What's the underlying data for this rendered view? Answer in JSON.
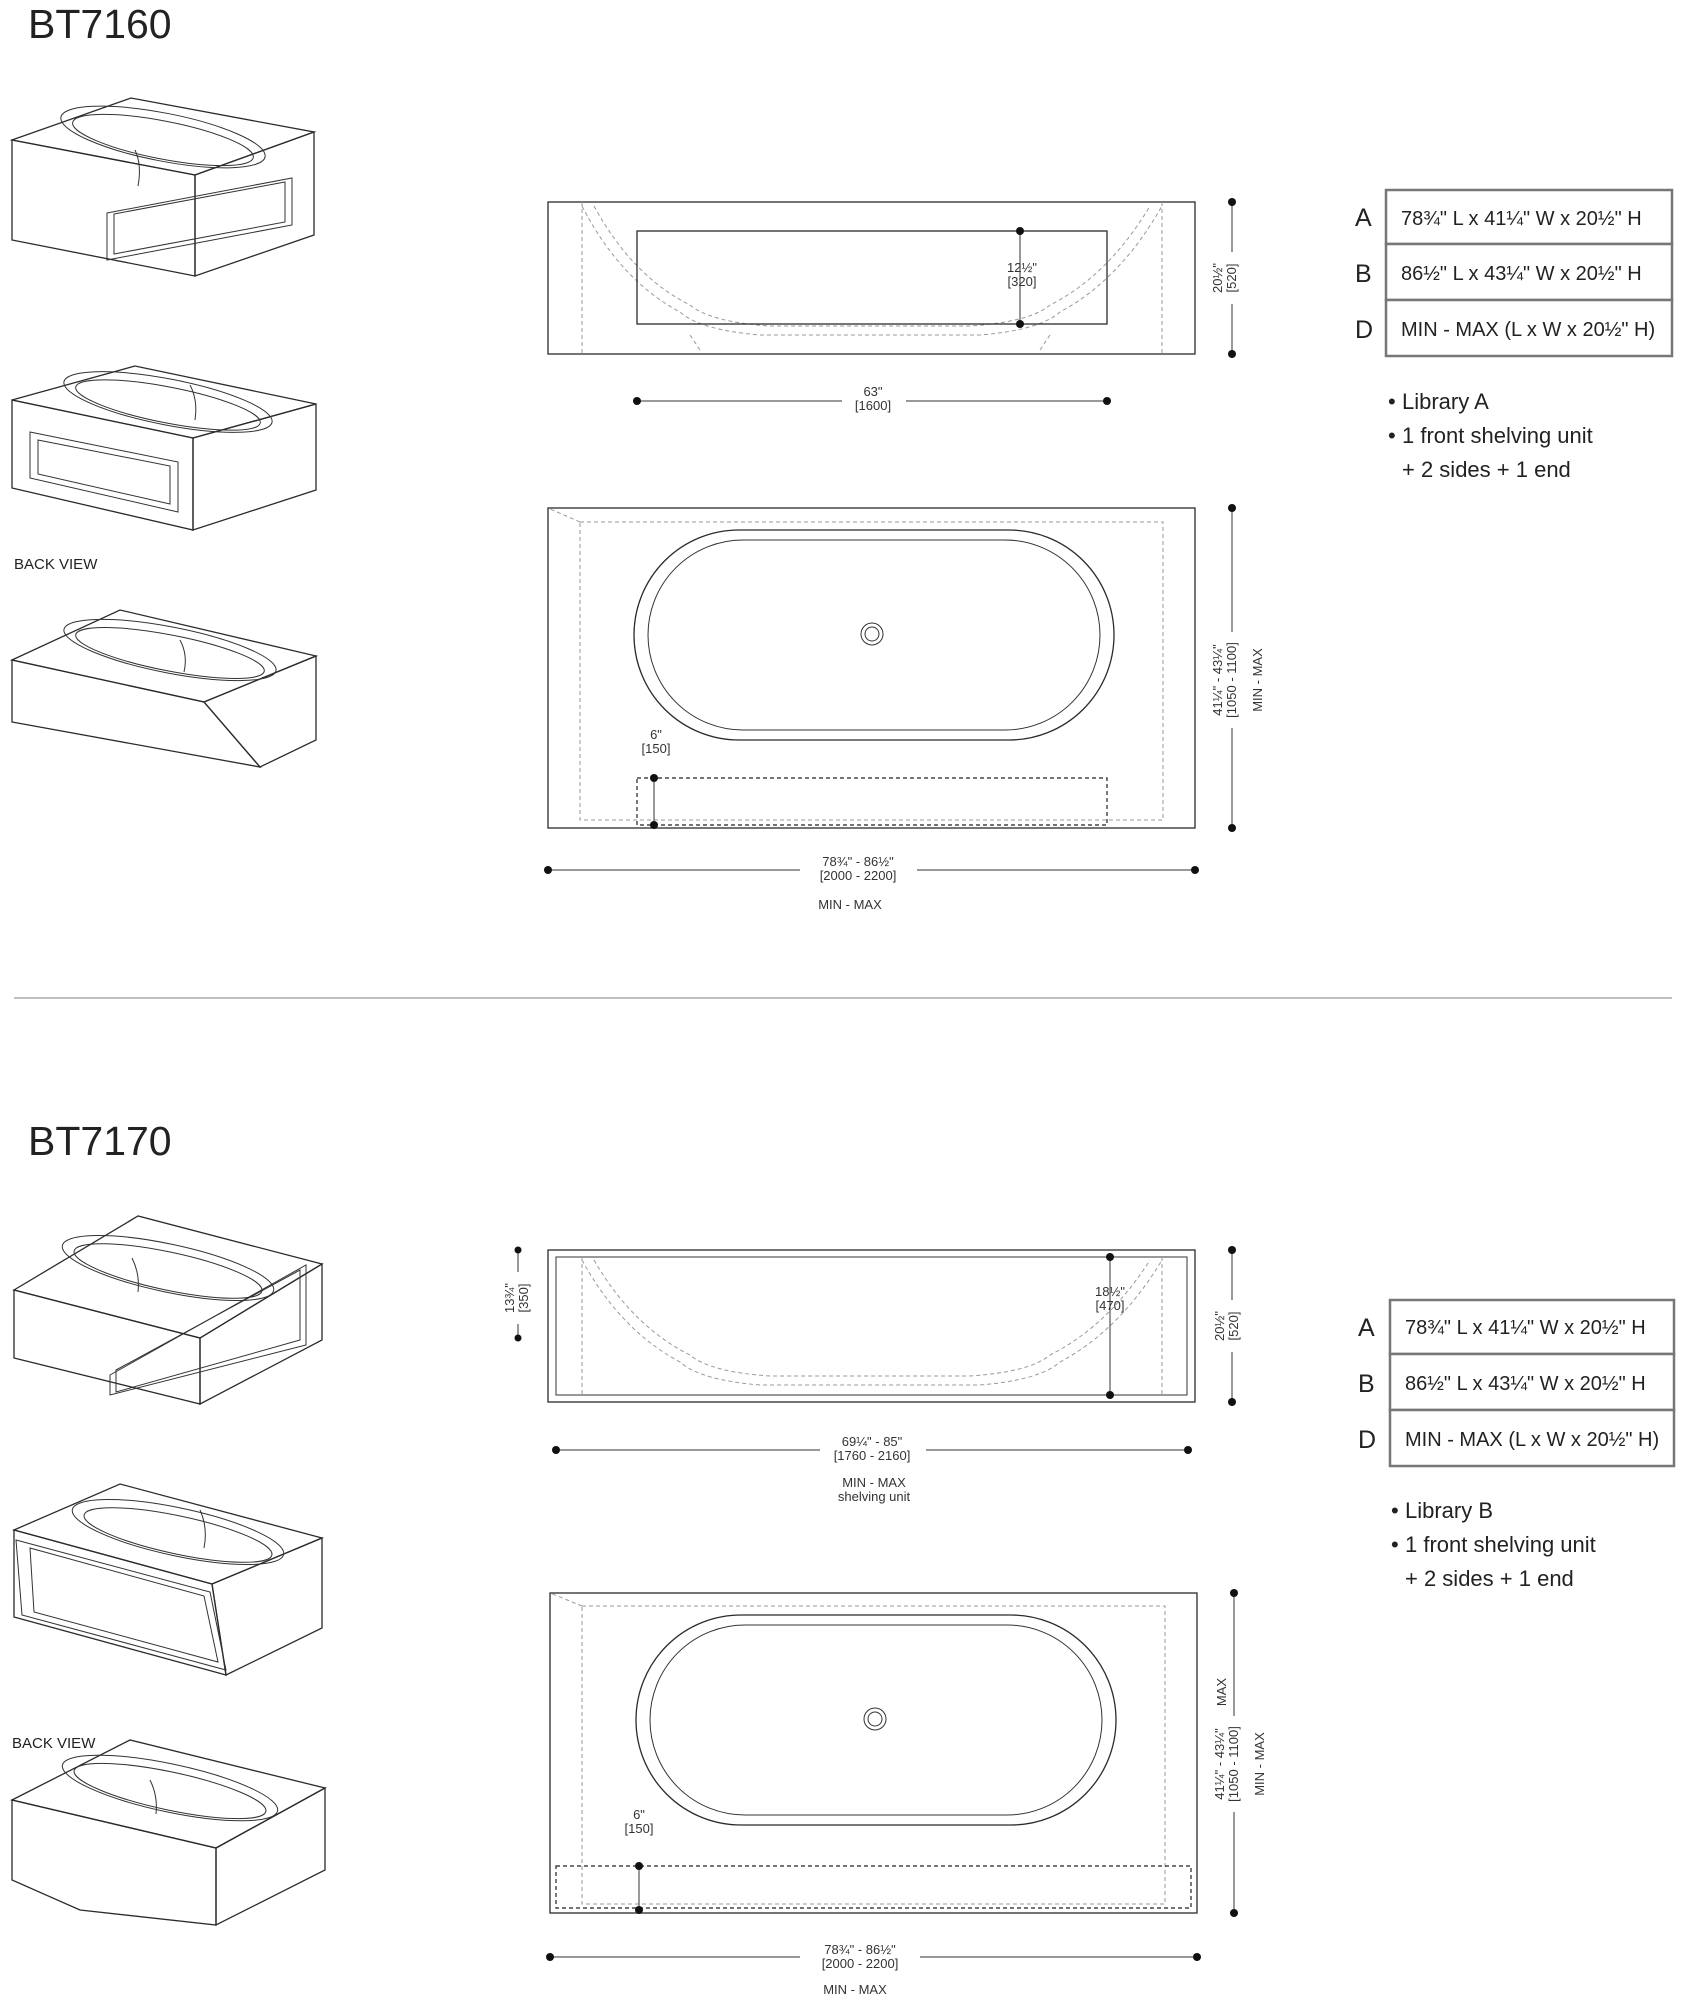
{
  "sections": [
    {
      "model": "BT7160",
      "back_view_label": "BACK VIEW",
      "front_dims": {
        "height_in": "20½\"",
        "height_mm": "[520]",
        "shelf_height_in": "12½\"",
        "shelf_height_mm": "[320]",
        "shelf_width_in": "63\"",
        "shelf_width_mm": "[1600]"
      },
      "plan_dims": {
        "width_in": "41¼\" - 43¼\"",
        "width_mm": "[1050 - 1100]",
        "width_note": "MIN - MAX",
        "depth_in": "6\"",
        "depth_mm": "[150]",
        "length_in": "78¾\" - 86½\"",
        "length_mm": "[2000 - 2200]",
        "length_note": "MIN - MAX"
      },
      "specs": [
        {
          "key": "A",
          "value": "78¾\" L x 41¼\" W x 20½\" H"
        },
        {
          "key": "B",
          "value": "86½\" L x 43¼\" W x 20½\" H"
        },
        {
          "key": "D",
          "value": "MIN - MAX (L x W x 20½\" H)"
        }
      ],
      "notes": [
        "Library A",
        "1 front shelving unit",
        "+ 2 sides + 1 end"
      ]
    },
    {
      "model": "BT7170",
      "back_view_label": "BACK VIEW",
      "front_dims": {
        "left_height_in": "13¾\"",
        "left_height_mm": "[350]",
        "height_in": "20½\"",
        "height_mm": "[520]",
        "shelf_height_in": "18½\"",
        "shelf_height_mm": "[470]",
        "shelf_width_in": "69¼\" - 85\"",
        "shelf_width_mm": "[1760 - 2160]",
        "shelf_note": "MIN - MAX",
        "shelf_note2": "shelving unit"
      },
      "plan_dims": {
        "width_in": "41¼\" - 43¼\"",
        "width_mm": "[1050 - 1100]",
        "width_note": "MIN - MAX",
        "width_note_top": "MAX",
        "depth_in": "6\"",
        "depth_mm": "[150]",
        "length_in": "78¾\" - 86½\"",
        "length_mm": "[2000 - 2200]",
        "length_note": "MIN - MAX"
      },
      "specs": [
        {
          "key": "A",
          "value": "78¾\" L x 41¼\" W x 20½\" H"
        },
        {
          "key": "B",
          "value": "86½\" L x 43¼\" W x 20½\" H"
        },
        {
          "key": "D",
          "value": "MIN - MAX (L x W x 20½\" H)"
        }
      ],
      "notes": [
        "Library B",
        "1 front shelving unit",
        "+ 2 sides + 1 end"
      ]
    }
  ]
}
